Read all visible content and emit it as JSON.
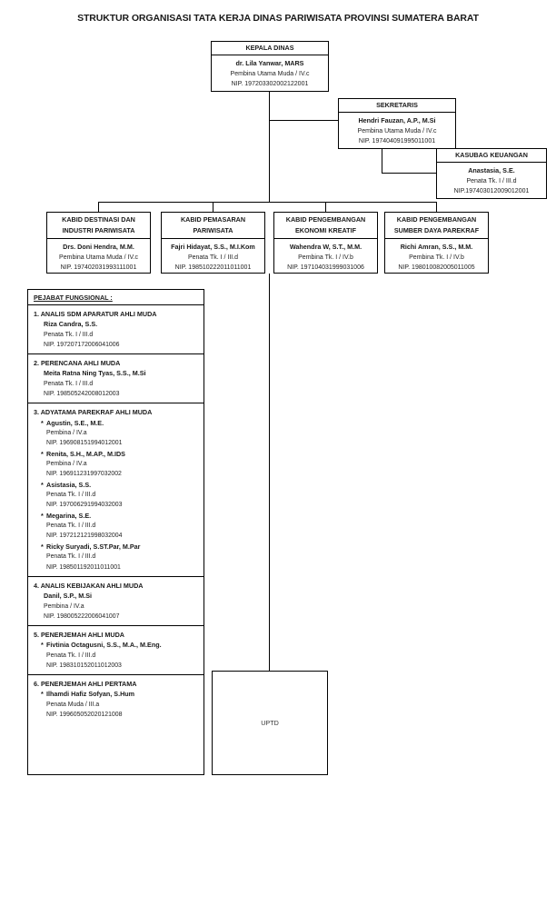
{
  "title": "STRUKTUR ORGANISASI TATA KERJA DINAS PARIWISATA PROVINSI SUMATERA BARAT",
  "kepala_dinas": {
    "heading": "KEPALA DINAS",
    "name": "dr. Lila Yanwar, MARS",
    "rank": "Pembina Utama Muda / IV.c",
    "nip": "NIP. 197203302002122001"
  },
  "sekretaris": {
    "heading": "SEKRETARIS",
    "name": "Hendri Fauzan, A.P., M.Si",
    "rank": "Pembina Utama Muda / IV.c",
    "nip": "NIP. 197404091995011001"
  },
  "kasubag_keuangan": {
    "heading": "KASUBAG KEUANGAN",
    "name": "Anastasia, S.E.",
    "rank": "Penata Tk. I / III.d",
    "nip": "NIP.197403012009012001"
  },
  "bidang": [
    {
      "heading_line1": "KABID DESTINASI DAN",
      "heading_line2": "INDUSTRI PARIWISATA",
      "name": "Drs. Doni Hendra, M.M.",
      "rank": "Pembina Utama Muda / IV.c",
      "nip": "NIP. 197402031993111001"
    },
    {
      "heading_line1": "KABID PEMASARAN",
      "heading_line2": "PARIWISATA",
      "name": "Fajri Hidayat, S.S., M.I.Kom",
      "rank": "Penata Tk. I / III.d",
      "nip": "NIP. 198510222011011001"
    },
    {
      "heading_line1": "KABID PENGEMBANGAN",
      "heading_line2": "EKONOMI KREATIF",
      "name": "Wahendra W, S.T., M.M.",
      "rank": "Pembina Tk. I / IV.b",
      "nip": "NIP. 197104031999031006"
    },
    {
      "heading_line1": "KABID PENGEMBANGAN",
      "heading_line2": "SUMBER DAYA PAREKRAF",
      "name": "Richi Amran, S.S., M.M.",
      "rank": "Pembina Tk. I / IV.b",
      "nip": "NIP. 198010082005011005"
    }
  ],
  "pejabat_fungsional": {
    "heading": "PEJABAT FUNGSIONAL :",
    "groups": [
      {
        "title": "1. ANALIS SDM APARATUR AHLI MUDA",
        "bulleted": false,
        "people": [
          {
            "name": "Riza Candra, S.S.",
            "rank": "Penata Tk. I / III.d",
            "nip": "NIP. 197207172006041006"
          }
        ]
      },
      {
        "title": "2. PERENCANA AHLI MUDA",
        "bulleted": false,
        "people": [
          {
            "name": "Meita Ratna Ning Tyas, S.S., M.Si",
            "rank": "Penata Tk. I / III.d",
            "nip": "NIP. 198505242008012003"
          }
        ]
      },
      {
        "title": "3. ADYATAMA PAREKRAF AHLI MUDA",
        "bulleted": true,
        "people": [
          {
            "name": "Agustin, S.E., M.E.",
            "rank": "Pembina / IV.a",
            "nip": "NIP. 196908151994012001"
          },
          {
            "name": "Renita, S.H., M.AP., M.IDS",
            "rank": "Pembina / IV.a",
            "nip": "NIP. 196911231997032002"
          },
          {
            "name": "Asistasia, S.S.",
            "rank": "Penata Tk. I / III.d",
            "nip": "NIP. 197006291994032003"
          },
          {
            "name": "Megarina, S.E.",
            "rank": "Penata Tk. I / III.d",
            "nip": "NIP. 197212121998032004"
          },
          {
            "name": "Ricky Suryadi, S.ST.Par, M.Par",
            "rank": "Penata Tk. I / III.d",
            "nip": "NIP. 198501192011011001"
          }
        ]
      },
      {
        "title": "4. ANALIS KEBIJAKAN AHLI MUDA",
        "bulleted": false,
        "people": [
          {
            "name": "Danil, S.P., M.Si",
            "rank": "Pembina / IV.a",
            "nip": "NIP. 198005222006041007"
          }
        ]
      },
      {
        "title": "5. PENERJEMAH AHLI MUDA",
        "bulleted": true,
        "people": [
          {
            "name": "Fivtinia Octagusni, S.S., M.A., M.Eng.",
            "rank": "Penata Tk. I / III.d",
            "nip": "NIP. 198310152011012003"
          }
        ]
      },
      {
        "title": "6. PENERJEMAH AHLI PERTAMA",
        "bulleted": true,
        "people": [
          {
            "name": "Ilhamdi Hafiz Sofyan, S.Hum",
            "rank": "Penata Muda / III.a",
            "nip": "NIP. 199605052020121008"
          }
        ]
      }
    ]
  },
  "uptd": {
    "label": "UPTD"
  },
  "bullet": "*"
}
